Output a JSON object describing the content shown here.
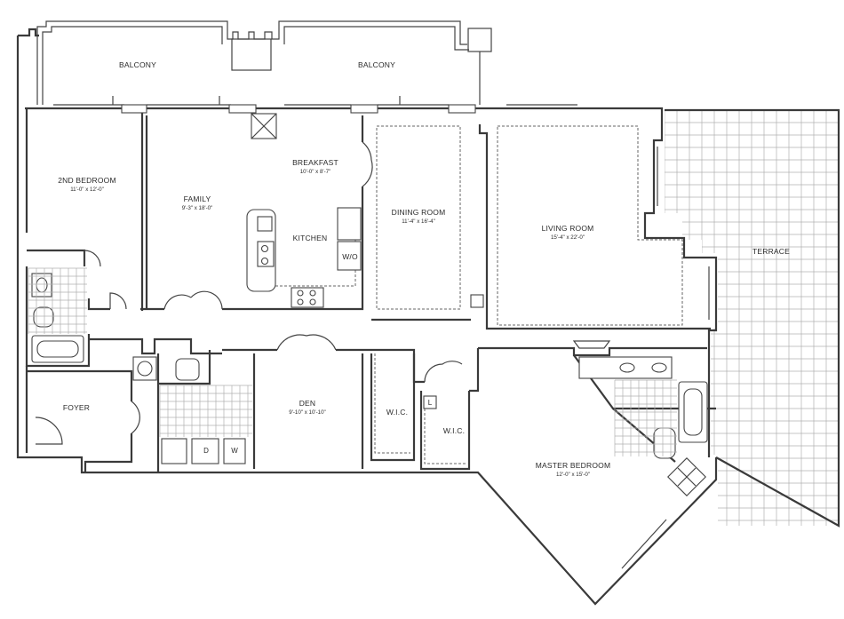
{
  "rooms": {
    "balcony_left": "BALCONY",
    "balcony_right": "BALCONY",
    "second_bedroom": {
      "name": "2ND BEDROOM",
      "dims": "11'-0\" x 12'-0\""
    },
    "family": {
      "name": "FAMILY",
      "dims": "9'-3\" x 18'-0\""
    },
    "breakfast": {
      "name": "BREAKFAST",
      "dims": "10'-0\" x 8'-7\""
    },
    "kitchen": "KITCHEN",
    "wo": "W/O",
    "dining_room": {
      "name": "DINING ROOM",
      "dims": "11'-4\" x 16'-4\""
    },
    "living_room": {
      "name": "LIVING ROOM",
      "dims": "15'-4\" x 22'-0\""
    },
    "terrace": "TERRACE",
    "foyer": "FOYER",
    "den": {
      "name": "DEN",
      "dims": "9'-10\" x 10'-10\""
    },
    "wic_left": "W.I.C.",
    "wic_right": "W.I.C.",
    "linen": "L",
    "master_bedroom": {
      "name": "MASTER BEDROOM",
      "dims": "12'-0\" x 15'-0\""
    },
    "laundry_d": "D",
    "laundry_w": "W"
  }
}
